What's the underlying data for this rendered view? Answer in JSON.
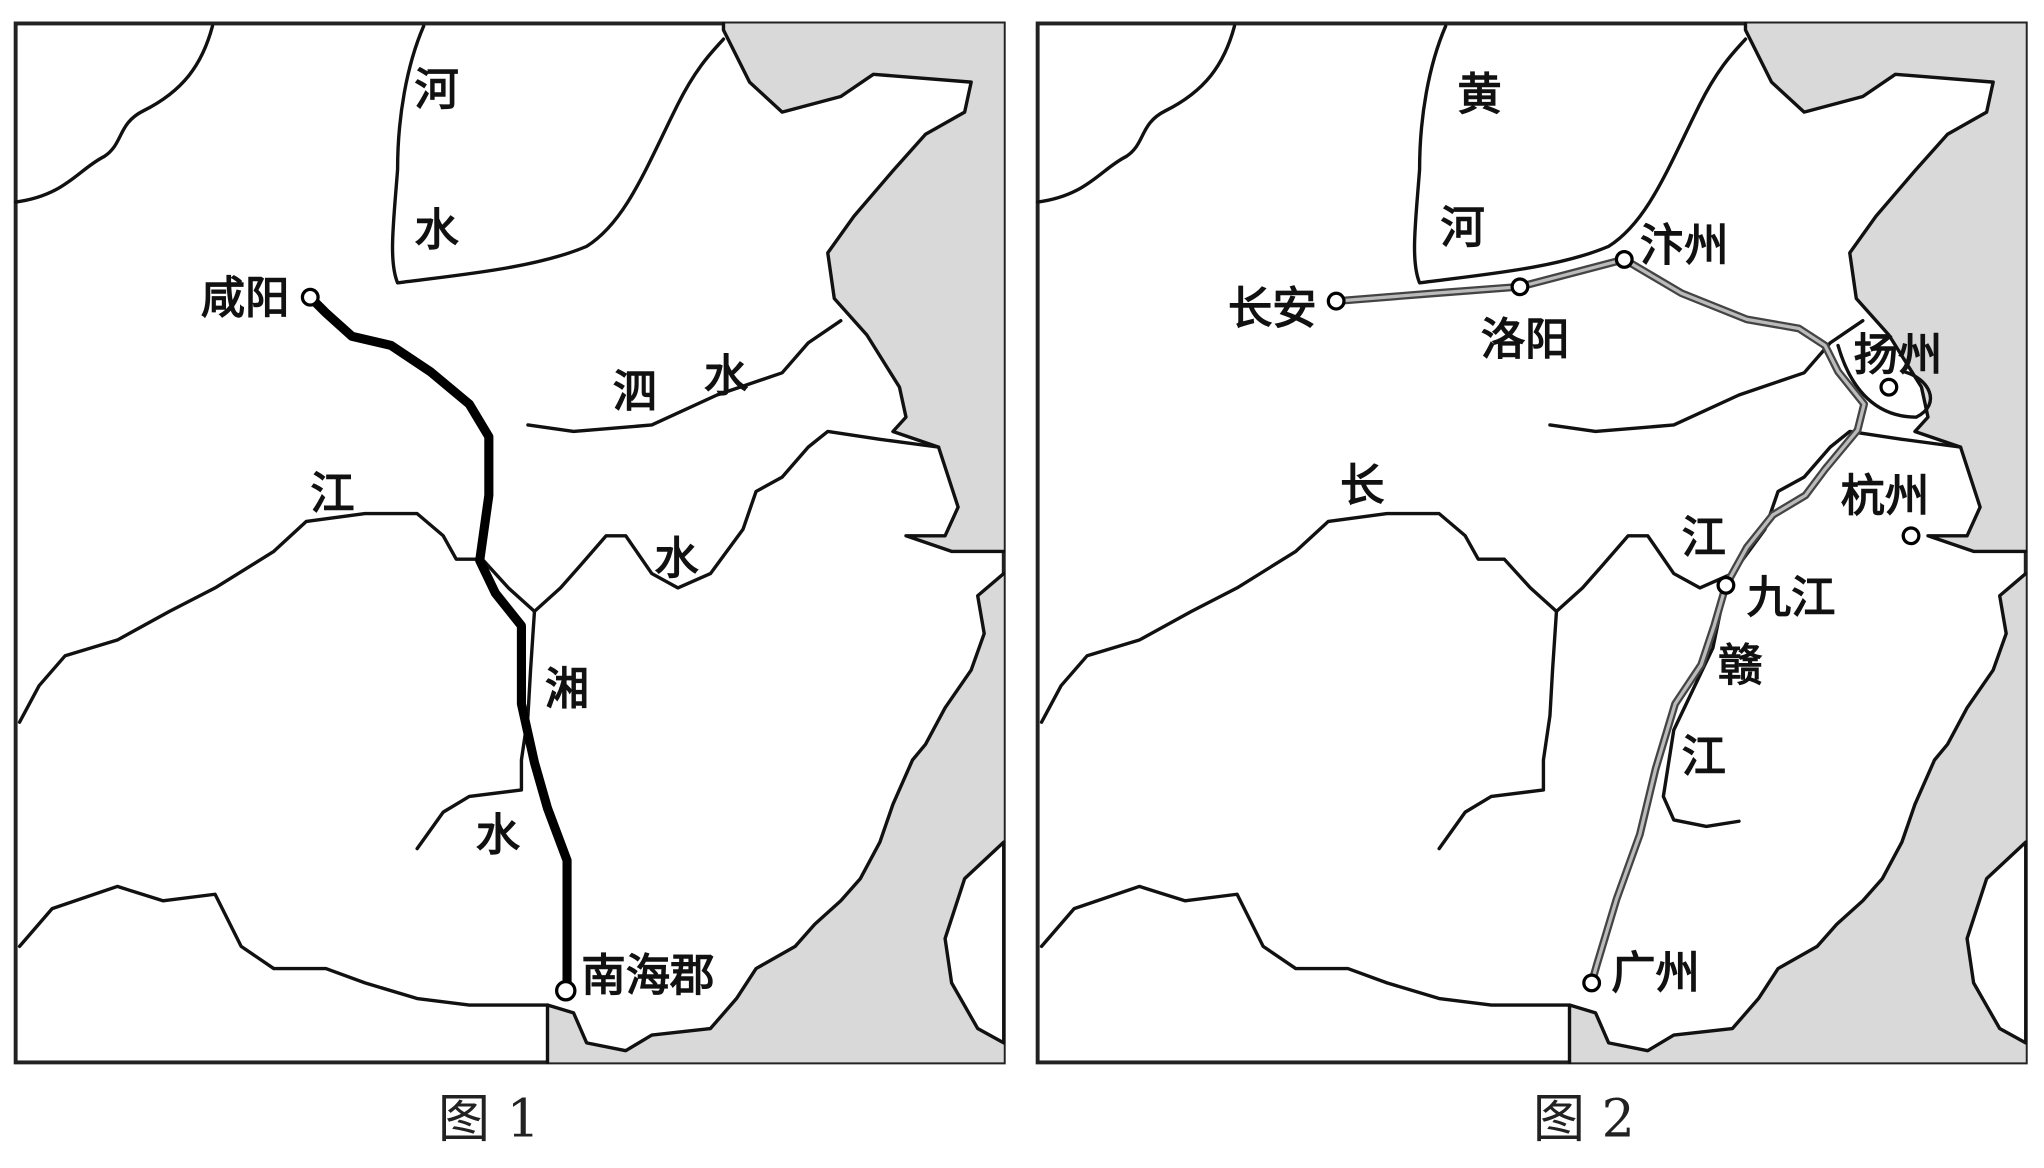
{
  "figure1": {
    "caption": "图 1",
    "labels": {
      "river_he": "河",
      "river_shui_north": "水",
      "city_xianyang": "咸阳",
      "river_si": "泗",
      "river_si_shui": "水",
      "river_jiang": "江",
      "river_jiang_shui": "水",
      "river_xiang": "湘",
      "river_xiang_shui": "水",
      "city_nanhai": "南海郡"
    }
  },
  "figure2": {
    "caption": "图 2",
    "labels": {
      "river_huang": "黄",
      "river_he": "河",
      "city_bianzhou": "汴州",
      "city_changan": "长安",
      "city_luoyang": "洛阳",
      "city_yangzhou": "扬州",
      "river_chang": "长",
      "city_hangzhou": "杭州",
      "river_jiang": "江",
      "city_jiujiang": "九江",
      "river_gan": "赣",
      "river_gan_jiang": "江",
      "city_guangzhou": "广州"
    }
  },
  "colors": {
    "sea": "#d9d9d9",
    "route1": "#000000",
    "route2": "#777777"
  }
}
